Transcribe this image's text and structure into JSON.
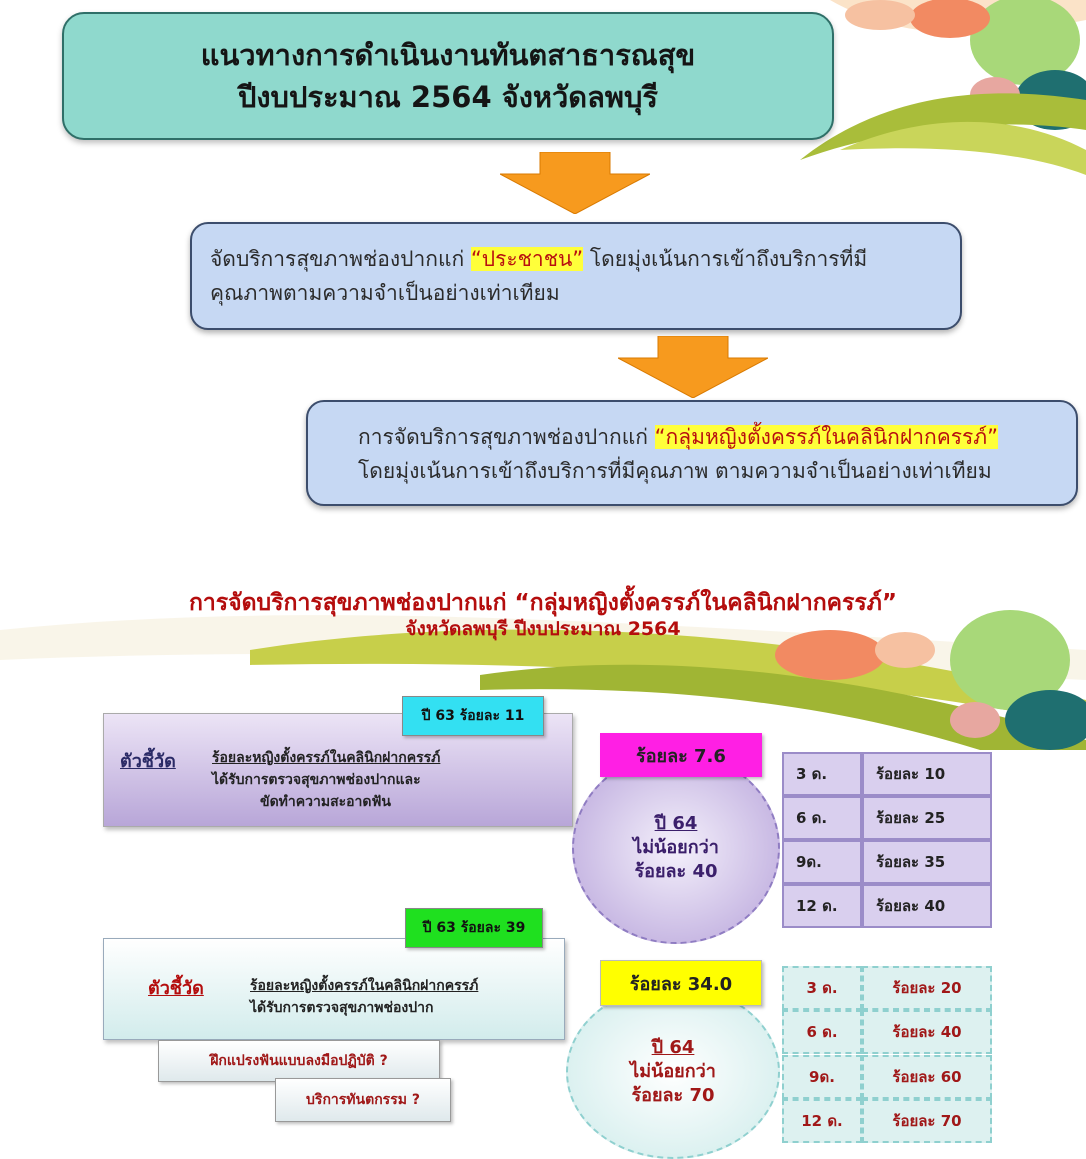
{
  "slide1": {
    "title_line1": "แนวทางการดำเนินงานทันตสาธารณสุข",
    "title_line2": "ปีงบประมาณ 2564 จังหวัดลพบุรี",
    "box1": {
      "pre": "จัดบริการสุขภาพช่องปากแก่ ",
      "highlight": "“ประชาชน”",
      "post": " โดยมุ่งเน้นการเข้าถึงบริการที่มี",
      "line2": "คุณภาพตามความจำเป็นอย่างเท่าเทียม"
    },
    "box2": {
      "pre": "การจัดบริการสุขภาพช่องปากแก่ ",
      "highlight": "“กลุ่มหญิงตั้งครรภ์ในคลินิกฝากครรภ์”",
      "line2": "โดยมุ่งเน้นการเข้าถึงบริการที่มีคุณภาพ  ตามความจำเป็นอย่างเท่าเทียม"
    }
  },
  "slide2": {
    "title_line1": "การจัดบริการสุขภาพช่องปากแก่ “กลุ่มหญิงตั้งครรภ์ในคลินิกฝากครรภ์”",
    "title_line2": "จังหวัดลพบุรี ปีงบประมาณ 2564",
    "indicator1": {
      "tag": "ปี 63 ร้อยละ 11",
      "label": "ตัวชี้วัด",
      "text_u": "ร้อยละหญิงตั้งครรภ์ในคลินิกฝากครรภ์",
      "text_l2": "ได้รับการตรวจสุขภาพช่องปากและ",
      "text_l3": "ขัดทำความสะอาดฟัน",
      "badge": "ร้อยละ 7.6",
      "circle_year": "ปี 64",
      "circle_l2": "ไม่น้อยกว่า",
      "circle_l3": "ร้อยละ 40",
      "targets": [
        {
          "period": "3 ด.",
          "value": "ร้อยละ 10"
        },
        {
          "period": "6 ด.",
          "value": "ร้อยละ 25"
        },
        {
          "period": "9ด.",
          "value": "ร้อยละ 35"
        },
        {
          "period": "12 ด.",
          "value": "ร้อยละ 40"
        }
      ]
    },
    "indicator2": {
      "tag": "ปี 63 ร้อยละ 39",
      "label": "ตัวชี้วัด",
      "text_u": "ร้อยละหญิงตั้งครรภ์ในคลินิกฝากครรภ์",
      "text_l2": "ได้รับการตรวจสุขภาพช่องปาก",
      "badge": "ร้อยละ 34.0",
      "circle_year": "ปี 64",
      "circle_l2": "ไม่น้อยกว่า",
      "circle_l3": "ร้อยละ 70",
      "targets": [
        {
          "period": "3 ด.",
          "value": "ร้อยละ 20"
        },
        {
          "period": "6 ด.",
          "value": "ร้อยละ 40"
        },
        {
          "period": "9ด.",
          "value": "ร้อยละ 60"
        },
        {
          "period": "12 ด.",
          "value": "ร้อยละ 70"
        }
      ],
      "question1": "ฝึกแปรงฟันแบบลงมือปฏิบัติ ?",
      "question2": "บริการทันตกรรม ?"
    }
  },
  "colors": {
    "title_box": "#8fd9cd",
    "blue_box": "#c6d8f3",
    "highlight": "#ffff3a",
    "arrow": "#f79a1e",
    "tag_cyan": "#33e0f2",
    "tag_green": "#1fe01f",
    "badge_magenta": "#ff1fe4",
    "badge_yellow": "#ffff00",
    "title_red": "#b40d0d"
  }
}
